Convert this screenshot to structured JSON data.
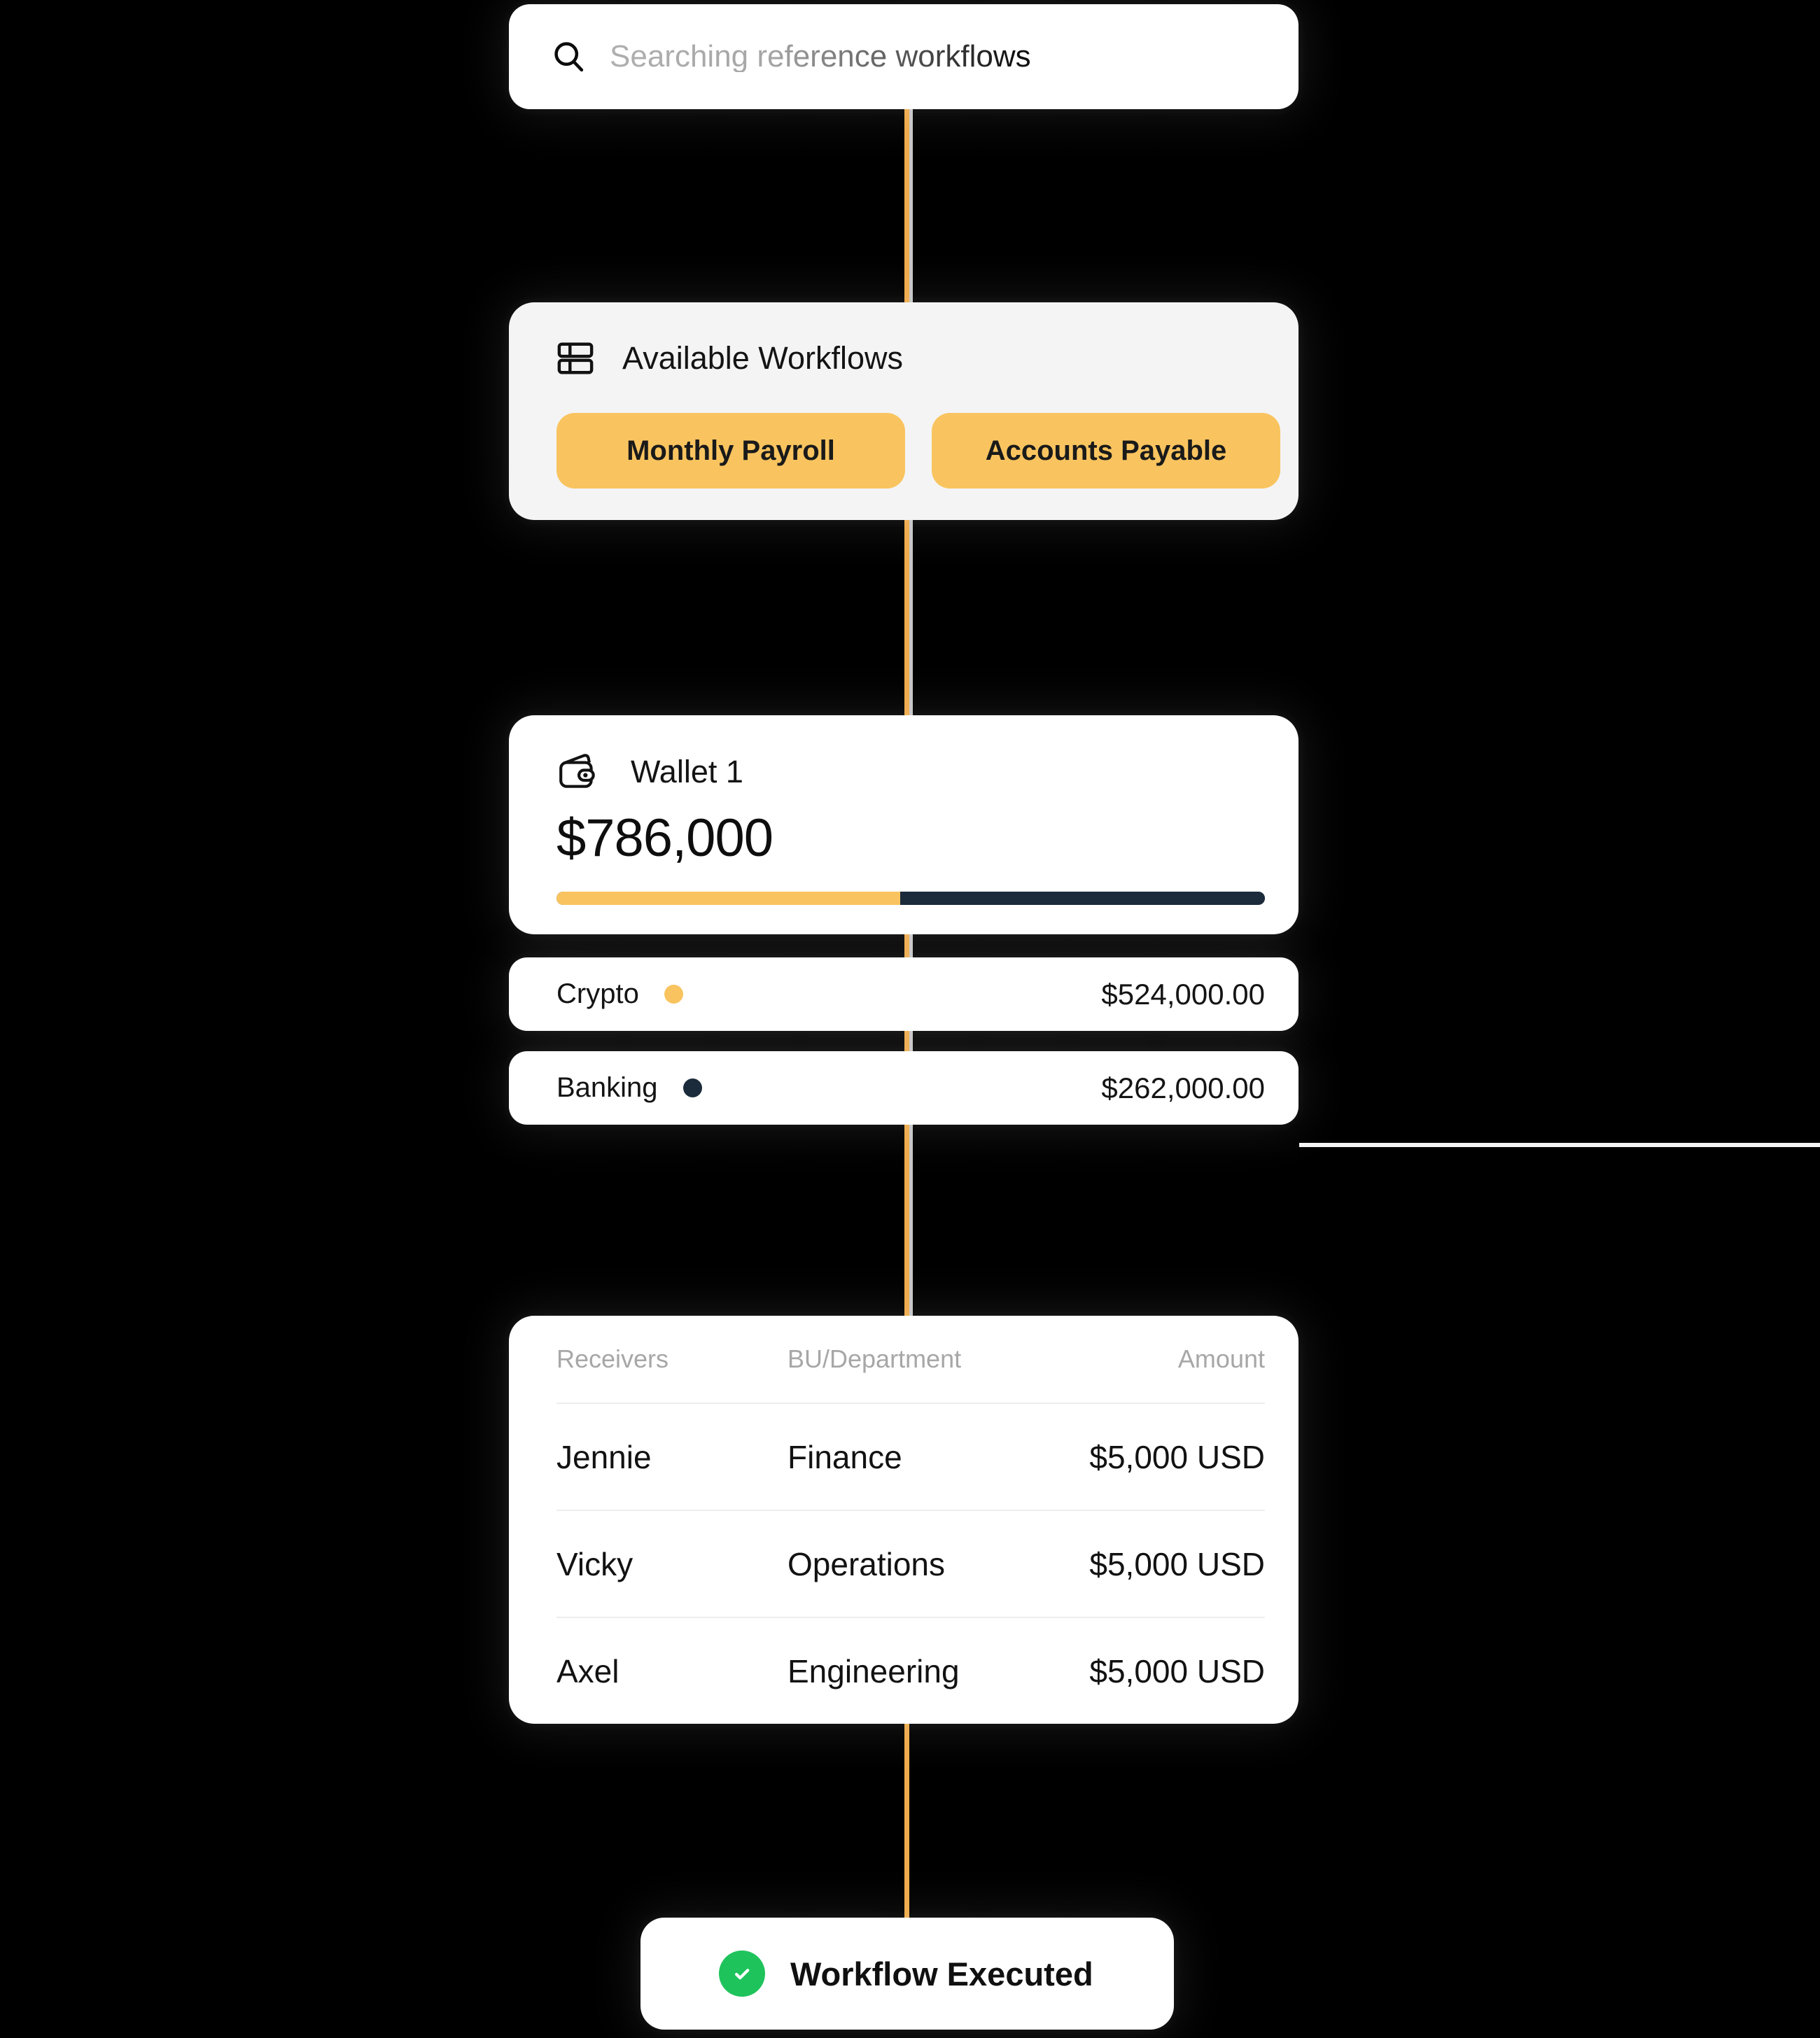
{
  "search": {
    "placeholder": "Searching reference workflows"
  },
  "workflows": {
    "title": "Available Workflows",
    "buttons": [
      "Monthly Payroll",
      "Accounts Payable"
    ]
  },
  "wallet": {
    "title": "Wallet 1",
    "balance": "$786,000",
    "bar": {
      "crypto_width": "48.5%",
      "crypto_color": "#F9C45F",
      "banking_color": "#1C2B3B"
    }
  },
  "breakdown": [
    {
      "label": "Crypto",
      "amount": "$524,000.00",
      "color": "#F9C45F"
    },
    {
      "label": "Banking",
      "amount": "$262,000.00",
      "color": "#1C2B3B"
    }
  ],
  "table": {
    "headers": [
      "Receivers",
      "BU/Department",
      "Amount"
    ],
    "rows": [
      [
        "Jennie",
        "Finance",
        "$5,000 USD"
      ],
      [
        "Vicky",
        "Operations",
        "$5,000 USD"
      ],
      [
        "Axel",
        "Engineering",
        "$5,000 USD"
      ]
    ]
  },
  "status": {
    "label": "Workflow Executed",
    "color": "#1FC35C"
  },
  "colors": {
    "accent": "#F9C45F",
    "connector": "#EFAB4B",
    "navy": "#1C2B3B",
    "track": "#C6C6C6"
  }
}
